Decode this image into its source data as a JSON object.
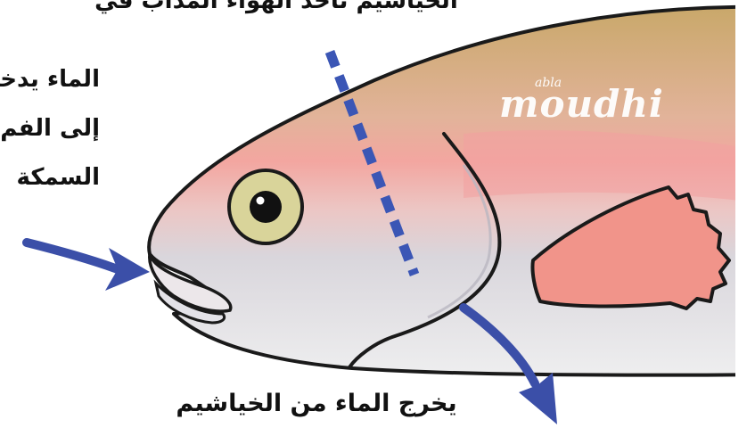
{
  "captions": {
    "top": "الخياشيم تأخذ الهواء المذاب في",
    "left_lines": [
      "الماء يدخل",
      "إلى الفم",
      "السمكة"
    ],
    "bottom": "يخرج الماء من الخياشيم"
  },
  "watermark": {
    "small": "abla",
    "big": "moudhi"
  },
  "colors": {
    "arrow": "#3b4fa8",
    "dashed_line": "#3b56b5",
    "fish_back": "#c9a86a",
    "fish_red_band": "#f0a59b",
    "fish_belly": "#e7e6ea",
    "fin": "#f1948a",
    "eye_ring": "#d9d49a",
    "outline": "#1a1a1a"
  },
  "icons": [
    "fish-illustration",
    "water-in-arrow-icon",
    "water-out-arrow-icon",
    "gill-cut-dashed-line"
  ]
}
